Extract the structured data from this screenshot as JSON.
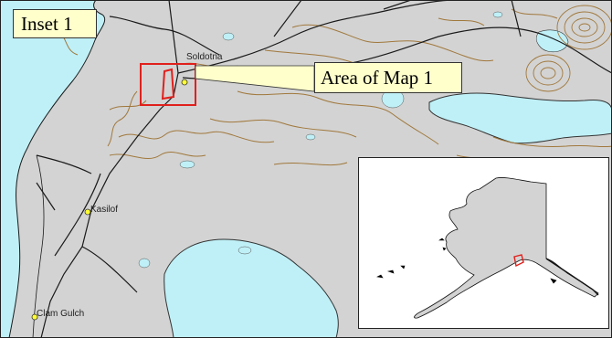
{
  "map": {
    "inset_title": "Inset 1",
    "callout_label": "Area of Map 1",
    "towns": {
      "soldotna": "Soldotna",
      "kasilof": "Kasilof",
      "clam_gulch": "Clam Gulch"
    },
    "colors": {
      "land": "#d3d3d3",
      "water": "#bff0f7",
      "contour": "#a0783c",
      "road": "#1a1a1a",
      "highlight": "#e0201c",
      "town_marker": "#ffff33",
      "label_fill": "#ffffcc"
    },
    "overview": {
      "region": "Alaska",
      "highlight_color": "#e0201c"
    }
  }
}
